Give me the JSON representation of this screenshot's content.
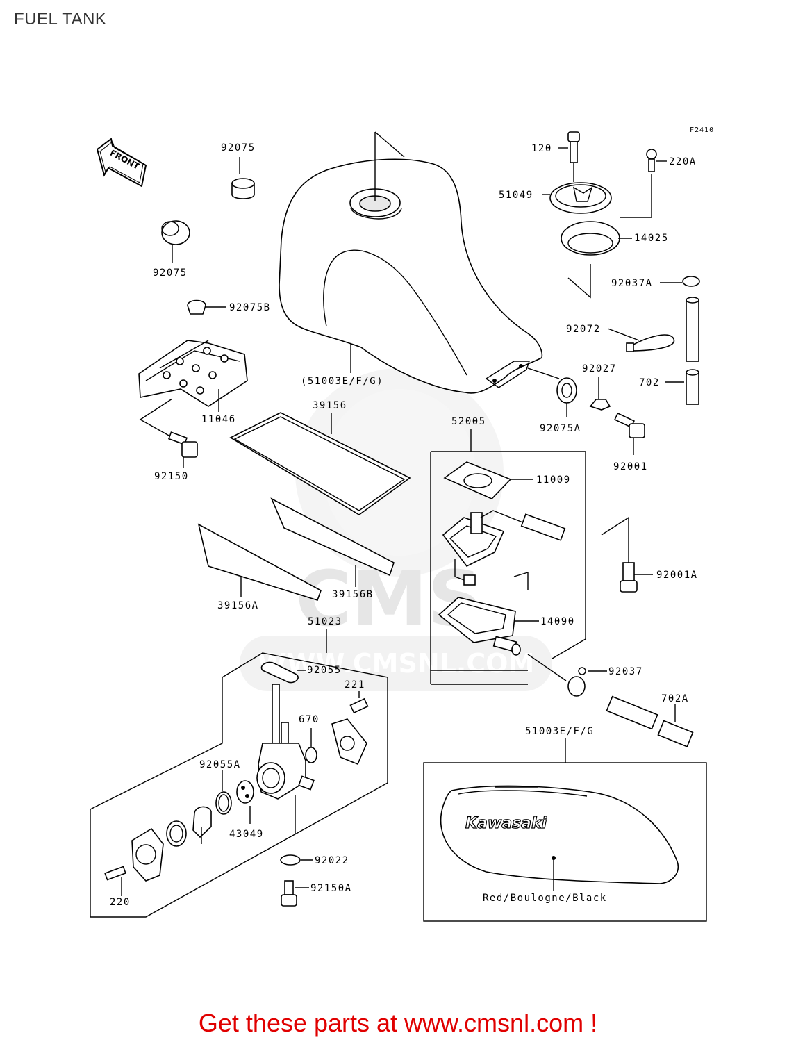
{
  "page": {
    "title": "FUEL TANK",
    "footer": "Get these parts at www.cmsnl.com !",
    "figure_code": "F2410",
    "front_arrow_text": "FRONT",
    "watermark_url": "WWW.CMSNL.COM",
    "watermark_logo": "CMS"
  },
  "labels": {
    "p92075_top": "92075",
    "p92075_left": "92075",
    "p92075B": "92075B",
    "p11046": "11046",
    "p92150": "92150",
    "p51003EFG_paren": "(51003E/F/G)",
    "p39156": "39156",
    "p39156A": "39156A",
    "p39156B": "39156B",
    "p120": "120",
    "p220A": "220A",
    "p51049": "51049",
    "p14025": "14025",
    "p92037A": "92037A",
    "p92072": "92072",
    "p92027": "92027",
    "p702": "702",
    "p92075A": "92075A",
    "p92001": "92001",
    "p52005": "52005",
    "p11009": "11009",
    "p92001A": "92001A",
    "p14090": "14090",
    "p92037": "92037",
    "p702A": "702A",
    "p51023": "51023",
    "p92055": "92055",
    "p221": "221",
    "p670": "670",
    "p92055A": "92055A",
    "p43049": "43049",
    "p92022": "92022",
    "p92150A": "92150A",
    "p220": "220",
    "p51003EFG": "51003E/F/G",
    "color_scheme": "Red/Boulogne/Black",
    "tank_logo": "Kawasaki"
  }
}
